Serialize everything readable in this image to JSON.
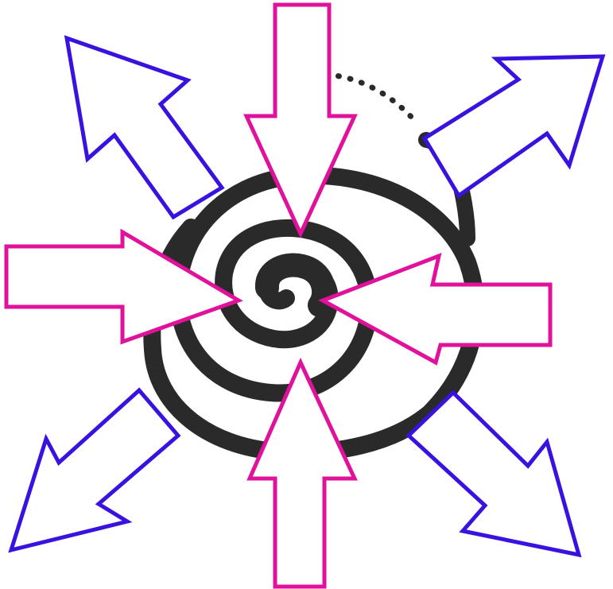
{
  "colors": {
    "background": "#ffffff",
    "spiral": "#2a2a2a",
    "inward_arrows": "#e0119a",
    "outward_arrows": "#3a12e0"
  },
  "icons": {
    "center": "spiral-icon",
    "inward": "arrow-inward-icon",
    "outward": "arrow-outward-icon",
    "path": "dotted-path"
  },
  "arrows": {
    "inward": [
      "top",
      "left",
      "right",
      "bottom"
    ],
    "outward": [
      "top-left",
      "top-right",
      "bottom-left",
      "bottom-right"
    ]
  }
}
